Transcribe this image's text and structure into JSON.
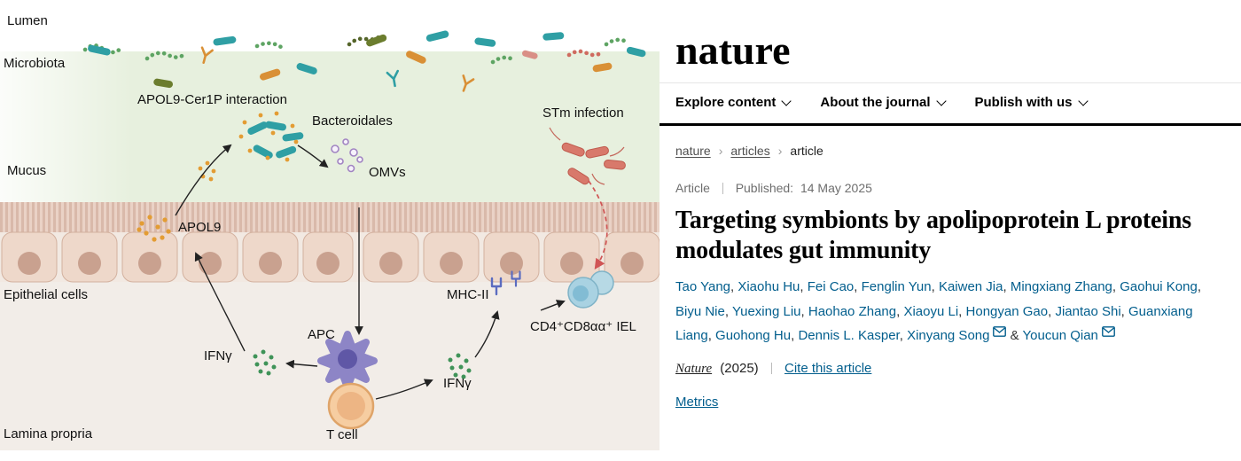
{
  "figure": {
    "labels": {
      "lumen": "Lumen",
      "microbiota": "Microbiota",
      "apol9_cer1p": "APOL9-Cer1P interaction",
      "bacteroidales": "Bacteroidales",
      "mucus": "Mucus",
      "omvs": "OMVs",
      "apol9": "APOL9",
      "stm_infection": "STm infection",
      "epithelial_cells": "Epithelial cells",
      "mhc2": "MHC-II",
      "iel": "CD4⁺CD8αα⁺ IEL",
      "ifng_left": "IFNγ",
      "apc": "APC",
      "ifng_right": "IFNγ",
      "t_cell": "T cell",
      "lamina_propria": "Lamina propria"
    },
    "colors": {
      "lumen_band": "#e7f0de",
      "epithelium": "#eed8ca",
      "lamina": "#f2ede8",
      "apol9_dots": "#e39c33",
      "stm_red": "#d8796b",
      "accent_arrow_red": "#d05555"
    }
  },
  "site": {
    "logo": "nature",
    "nav": [
      {
        "label": "Explore content"
      },
      {
        "label": "About the journal"
      },
      {
        "label": "Publish with us"
      }
    ],
    "breadcrumb": [
      "nature",
      "articles",
      "article"
    ]
  },
  "article": {
    "type_label": "Article",
    "published_label": "Published:",
    "published_date": "14 May 2025",
    "title": "Targeting symbionts by apolipoprotein L proteins modulates gut immunity",
    "authors": [
      {
        "name": "Tao Yang"
      },
      {
        "name": "Xiaohu Hu"
      },
      {
        "name": "Fei Cao"
      },
      {
        "name": "Fenglin Yun"
      },
      {
        "name": "Kaiwen Jia"
      },
      {
        "name": "Mingxiang Zhang"
      },
      {
        "name": "Gaohui Kong"
      },
      {
        "name": "Biyu Nie"
      },
      {
        "name": "Yuexing Liu"
      },
      {
        "name": "Haohao Zhang"
      },
      {
        "name": "Xiaoyu Li"
      },
      {
        "name": "Hongyan Gao"
      },
      {
        "name": "Jiantao Shi"
      },
      {
        "name": "Guanxiang Liang"
      },
      {
        "name": "Guohong Hu"
      },
      {
        "name": "Dennis L. Kasper"
      },
      {
        "name": "Xinyang Song",
        "email": true
      },
      {
        "name": "Youcun Qian",
        "email": true
      }
    ],
    "journal": "Nature",
    "year": "(2025)",
    "cite_label": "Cite this article",
    "metrics_label": "Metrics"
  }
}
